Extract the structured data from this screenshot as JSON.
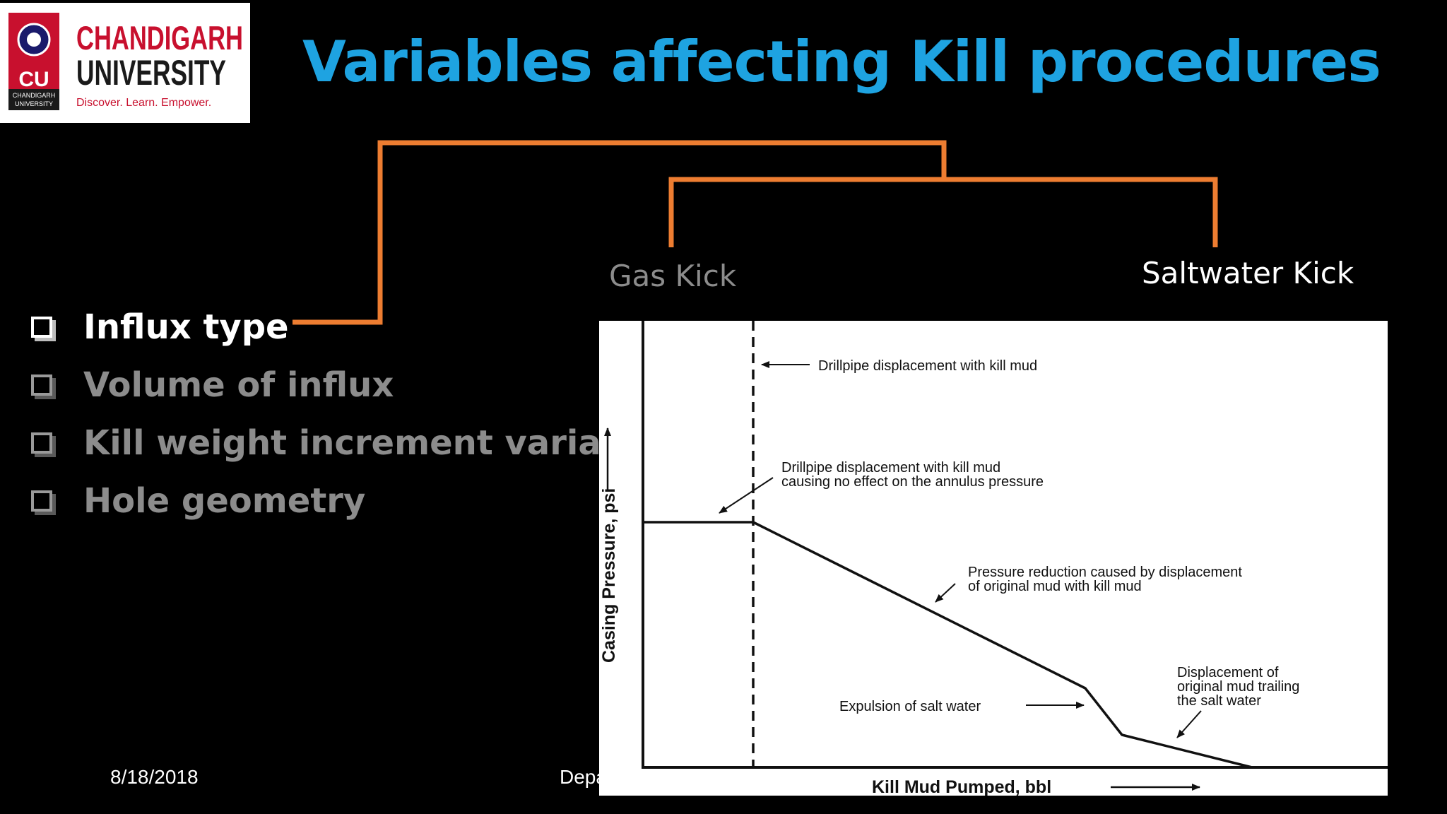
{
  "slide": {
    "title": "Variables affecting Kill procedures",
    "footer_date": "8/18/2018",
    "footer_partial": "Depa"
  },
  "logo": {
    "line1": "CHANDIGARH",
    "line2": "UNIVERSITY",
    "tagline": "Discover. Learn. Empower.",
    "emblem_text": "CU",
    "emblem_caption_1": "CHANDIGARH",
    "emblem_caption_2": "UNIVERSITY"
  },
  "branches": {
    "gas": "Gas Kick",
    "saltwater": "Saltwater Kick"
  },
  "bullets": [
    {
      "text": "Influx type",
      "active": true
    },
    {
      "text": "Volume of influx",
      "active": false
    },
    {
      "text": "Kill weight increment variation",
      "active": false
    },
    {
      "text": "Hole geometry",
      "active": false
    }
  ],
  "diagram": {
    "ylabel": "Casing Pressure, psi",
    "xlabel": "Kill Mud Pumped, bbl",
    "annotations": {
      "drillpipe_top": "Drillpipe displacement with kill mud",
      "no_effect_1": "Drillpipe displacement with kill mud",
      "no_effect_2": "causing no effect on the annulus pressure",
      "reduction_1": "Pressure reduction caused by displacement",
      "reduction_2": "of original mud with kill mud",
      "expulsion": "Expulsion of salt water",
      "trailing_1": "Displacement of",
      "trailing_2": "original mud trailing",
      "trailing_3": "the salt water"
    }
  },
  "colors": {
    "title": "#1ea3e1",
    "connector": "#ed7d31",
    "logo_red": "#c8102e",
    "bullet_active": "#ffffff",
    "bullet_inactive": "#8c8c8c"
  }
}
